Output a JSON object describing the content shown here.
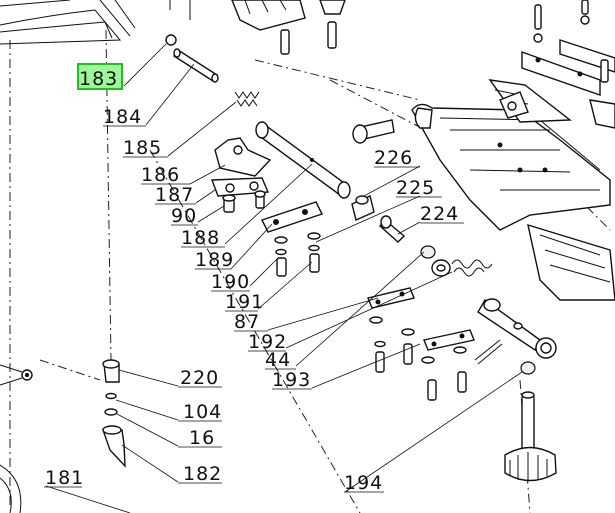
{
  "diagram": {
    "highlight": {
      "label": "183",
      "color": "#22cc22"
    },
    "callouts": [
      "183",
      "184",
      "185",
      "186",
      "187",
      "90",
      "188",
      "189",
      "190",
      "191",
      "87",
      "192",
      "44",
      "193",
      "226",
      "225",
      "224",
      "220",
      "104",
      "16",
      "182",
      "181",
      "194"
    ]
  }
}
